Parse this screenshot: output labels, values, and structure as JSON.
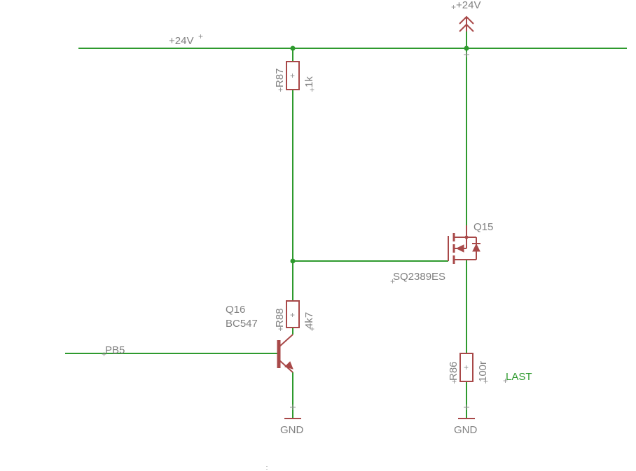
{
  "nets": {
    "supply_rail": "+24V",
    "supply_symbol": "+24V",
    "ground_left": "GND",
    "ground_right": "GND",
    "input": "PB5",
    "output": "LAST"
  },
  "components": {
    "r87": {
      "name": "R87",
      "value": "1k"
    },
    "r88": {
      "name": "R88",
      "value": "4k7"
    },
    "r86": {
      "name": "R86",
      "value": "100r"
    },
    "q16": {
      "name": "Q16",
      "value": "BC547"
    },
    "q15": {
      "name": "Q15",
      "value": "SQ2389ES"
    }
  },
  "colors": {
    "wire": "#2e9a2e",
    "component": "#a84848",
    "label": "#808080"
  }
}
